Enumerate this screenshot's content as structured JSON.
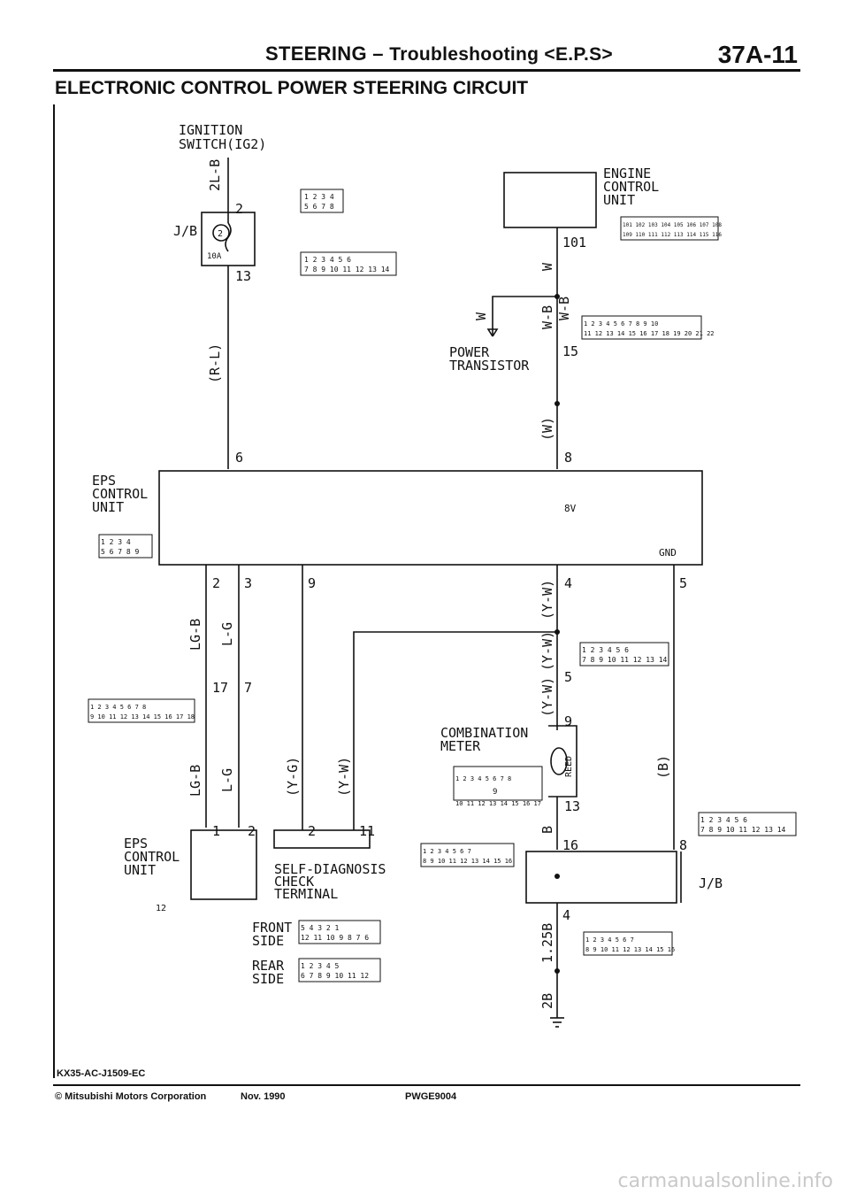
{
  "header": {
    "section": "STEERING",
    "dash": "–",
    "subtitle": "Troubleshooting <E.P.S>",
    "page_number": "37A-11"
  },
  "title": "ELECTRONIC CONTROL POWER STEERING CIRCUIT",
  "components": {
    "ignition_switch": [
      "IGNITION",
      "SWITCH(IG2)"
    ],
    "engine_ecu": [
      "ENGINE",
      "CONTROL",
      "UNIT"
    ],
    "jb": "J/B",
    "fuse": "10A",
    "fuse_no": "2",
    "power_transistor": [
      "POWER",
      "TRANSISTOR"
    ],
    "eps_unit": [
      "EPS",
      "CONTROL",
      "UNIT"
    ],
    "eps_unit_lower": [
      "EPS",
      "CONTROL",
      "UNIT"
    ],
    "voltage": "8V",
    "gnd": "GND",
    "combination_meter": [
      "COMBINATION",
      "METER"
    ],
    "reed": "REED",
    "self_diag": [
      "SELF-DIAGNOSIS",
      "CHECK",
      "TERMINAL"
    ],
    "front_side": [
      "FRONT",
      "SIDE"
    ],
    "rear_side": [
      "REAR",
      "SIDE"
    ],
    "jb_lower": "J/B"
  },
  "wires": {
    "w_2lb": "2L-B",
    "w_rl": "(R-L)",
    "w_w1": "W",
    "w_wb1": "W-B",
    "w_w2": "W",
    "w_wb2": "W-B",
    "w_w3": "(W)",
    "w_lgb1": "LG-B",
    "w_lg1": "L-G",
    "w_yw1": "(Y-W)",
    "w_yw2": "(Y-W)",
    "w_yw3": "(Y-W)",
    "w_lgb2": "LG-B",
    "w_lg2": "L-G",
    "w_yg": "(Y-G)",
    "w_yw4": "(Y-W)",
    "w_b1": "(B)",
    "w_b2": "B",
    "w_125b": "1.25B",
    "w_2b": "2B"
  },
  "pins": {
    "p2a": "2",
    "p13a": "13",
    "p101": "101",
    "p15": "15",
    "p6": "6",
    "p8a": "8",
    "p2b": "2",
    "p3": "3",
    "p9a": "9",
    "p4a": "4",
    "p5a": "5",
    "p5b": "5",
    "p17": "17",
    "p7": "7",
    "p9b": "9",
    "p13b": "13",
    "p1": "1",
    "p2c": "2",
    "p2d": "2",
    "p11": "11",
    "p16": "16",
    "p8b": "8",
    "p4b": "4",
    "p9c": "9",
    "p12": "12"
  },
  "connectors": {
    "c1": [
      [
        "1",
        "2",
        "3",
        "4"
      ],
      [
        "5",
        "6",
        "7",
        "8"
      ]
    ],
    "c2": [
      [
        "1",
        "2",
        "3",
        "",
        "4",
        "5",
        "6"
      ],
      [
        "7",
        "8",
        "9",
        "10",
        "11",
        "12",
        "13",
        "14"
      ]
    ],
    "c3": [
      [
        "101",
        "102",
        "103",
        "104",
        "105",
        "106",
        "107",
        "108"
      ],
      [
        "109",
        "110",
        "111",
        "112",
        "113",
        "114",
        "115",
        "116"
      ]
    ],
    "c4": [
      [
        "1",
        "2",
        "3",
        "4",
        "5",
        "",
        "6",
        "7",
        "8",
        "9",
        "10"
      ],
      [
        "11",
        "12",
        "13",
        "14",
        "15",
        "16",
        "17",
        "18",
        "19",
        "20",
        "21",
        "22"
      ]
    ],
    "c5": [
      [
        "1",
        "2",
        "",
        "3",
        "4"
      ],
      [
        "5",
        "6",
        "7",
        "8",
        "9"
      ]
    ],
    "c6": [
      [
        "1",
        "2",
        "3",
        "4",
        "",
        "5",
        "6",
        "7",
        "8"
      ],
      [
        "9",
        "10",
        "11",
        "12",
        "13",
        "14",
        "15",
        "16",
        "17",
        "18"
      ]
    ],
    "c7": [
      [
        "1",
        "2",
        "3",
        "",
        "4",
        "5",
        "6"
      ],
      [
        "7",
        "8",
        "9",
        "10",
        "11",
        "12",
        "13",
        "14"
      ]
    ],
    "c8": [
      [
        "1",
        "2",
        "3",
        "4",
        "5",
        "6",
        "7",
        "8"
      ],
      [
        "10",
        "11",
        "12",
        "13",
        "14",
        "15",
        "16",
        "17"
      ]
    ],
    "c9": [
      [
        "1",
        "2",
        "3",
        "4",
        "",
        "5",
        "6",
        "7"
      ],
      [
        "8",
        "9",
        "10",
        "11",
        "12",
        "13",
        "14",
        "15",
        "16"
      ]
    ],
    "c10": [
      [
        "1",
        "2",
        "3",
        "",
        "4",
        "5",
        "6"
      ],
      [
        "7",
        "8",
        "9",
        "10",
        "11",
        "12",
        "13",
        "14"
      ]
    ],
    "c11": [
      [
        "5",
        "4",
        "",
        "3",
        "2",
        "1"
      ],
      [
        "12",
        "11",
        "10",
        "9",
        "8",
        "7",
        "6"
      ]
    ],
    "c12": [
      [
        "1",
        "2",
        "3",
        "",
        "4",
        "5"
      ],
      [
        "6",
        "7",
        "8",
        "9",
        "10",
        "11",
        "12"
      ]
    ],
    "c13": [
      [
        "1",
        "2",
        "3",
        "4",
        "",
        "5",
        "6",
        "7"
      ],
      [
        "8",
        "9",
        "10",
        "11",
        "12",
        "13",
        "14",
        "15",
        "16"
      ]
    ]
  },
  "footer": {
    "code": "KX35-AC-J1509-EC",
    "copyright": "© Mitsubishi Motors Corporation",
    "date": "Nov. 1990",
    "pub": "PWGE9004"
  },
  "watermark": "carmanualsonline.info"
}
